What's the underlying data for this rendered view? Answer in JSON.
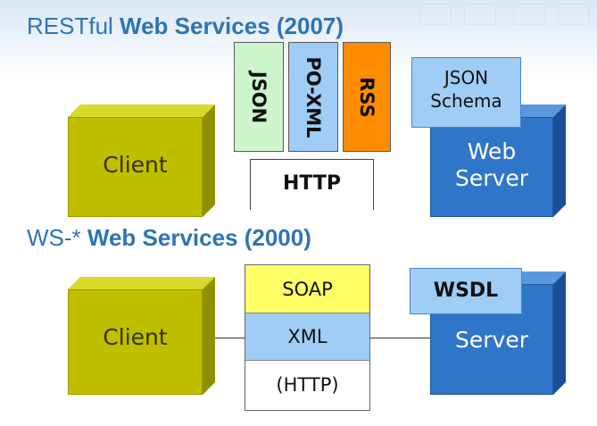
{
  "restful": {
    "title_prefix": "RESTful ",
    "title_bold": "Web Services (2007)",
    "client_label": "Client",
    "server_label_line1": "Web",
    "server_label_line2": "Server",
    "schema_tag_line1": "JSON",
    "schema_tag_line2": "Schema",
    "formats": [
      {
        "label": "JSON",
        "color": "#ccf5cc"
      },
      {
        "label": "PO-XML",
        "color": "#9fcdf5"
      },
      {
        "label": "RSS",
        "color": "#ff8c00"
      }
    ],
    "transport": "HTTP"
  },
  "wsstar": {
    "title_prefix": "WS-* ",
    "title_bold": "Web Services (2000)",
    "client_label": "Client",
    "server_label": "Server",
    "description_tag": "WSDL",
    "stack": [
      {
        "label": "SOAP",
        "color": "#ffff66"
      },
      {
        "label": "XML",
        "color": "#9fcdf5"
      },
      {
        "label": "(HTTP)",
        "color": "#ffffff"
      }
    ]
  }
}
